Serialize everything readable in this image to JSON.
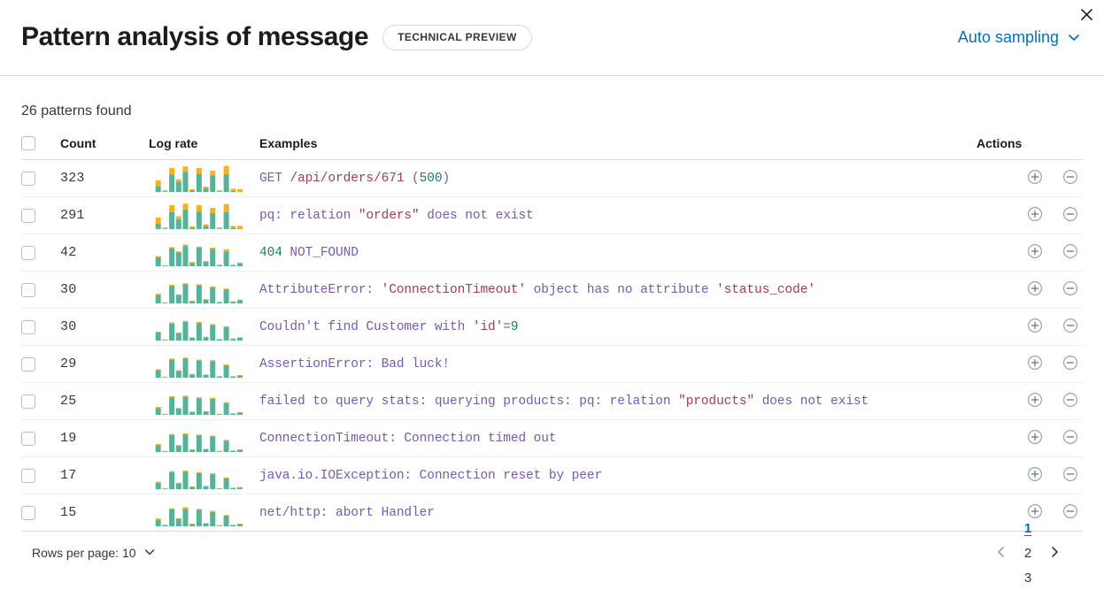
{
  "header": {
    "title": "Pattern analysis of message",
    "badge": "TECHNICAL PREVIEW",
    "sampling_label": "Auto sampling",
    "close_icon": "close-icon",
    "chevron_icon": "chevron-down-icon"
  },
  "summary": {
    "patterns_found": "26 patterns found"
  },
  "table": {
    "columns": {
      "count": "Count",
      "log_rate": "Log rate",
      "examples": "Examples",
      "actions": "Actions"
    },
    "action_icons": {
      "filter_for": "plus-in-circle-icon",
      "filter_out": "minus-in-circle-icon"
    },
    "rows": [
      {
        "count": "323",
        "example_tokens": [
          {
            "t": "GET ",
            "c": "default"
          },
          {
            "t": "/api/orders/671",
            "c": "str"
          },
          {
            "t": " (",
            "c": "default"
          },
          {
            "t": "500",
            "c": "num"
          },
          {
            "t": ")",
            "c": "default"
          }
        ],
        "sparkline": {
          "teal": [
            0,
            11,
            1,
            33,
            19,
            38,
            3,
            34,
            7,
            31,
            1,
            33,
            2,
            0
          ],
          "orange": [
            0,
            11,
            2,
            12,
            5,
            10,
            2,
            11,
            3,
            9,
            2,
            16,
            4,
            5
          ]
        }
      },
      {
        "count": "291",
        "example_tokens": [
          {
            "t": "pq: relation ",
            "c": "default"
          },
          {
            "t": "\"orders\"",
            "c": "str"
          },
          {
            "t": " does not exist",
            "c": "default"
          }
        ],
        "sparkline": {
          "teal": [
            0,
            10,
            1,
            32,
            18,
            37,
            3,
            33,
            6,
            30,
            1,
            32,
            2,
            0
          ],
          "orange": [
            0,
            12,
            2,
            13,
            6,
            11,
            2,
            12,
            3,
            10,
            2,
            15,
            4,
            6
          ]
        }
      },
      {
        "count": "42",
        "example_tokens": [
          {
            "t": "404",
            "c": "num"
          },
          {
            "t": " NOT_FOUND",
            "c": "default"
          }
        ],
        "sparkline": {
          "teal": [
            0,
            17,
            1,
            34,
            26,
            38,
            6,
            35,
            8,
            33,
            2,
            28,
            2,
            5
          ],
          "orange": [
            0,
            2,
            1,
            2,
            2,
            3,
            2,
            2,
            2,
            2,
            1,
            4,
            1,
            2
          ]
        }
      },
      {
        "count": "30",
        "example_tokens": [
          {
            "t": "AttributeError: ",
            "c": "default"
          },
          {
            "t": "'ConnectionTimeout'",
            "c": "str"
          },
          {
            "t": " object has no attribute ",
            "c": "default"
          },
          {
            "t": "'status_code'",
            "c": "str"
          }
        ],
        "sparkline": {
          "teal": [
            0,
            16,
            1,
            33,
            16,
            36,
            4,
            34,
            7,
            30,
            2,
            26,
            3,
            6
          ],
          "orange": [
            0,
            2,
            1,
            2,
            1,
            2,
            1,
            2,
            1,
            2,
            1,
            2,
            1,
            1
          ]
        }
      },
      {
        "count": "30",
        "example_tokens": [
          {
            "t": "Couldn't find Customer with ",
            "c": "default"
          },
          {
            "t": "'id'",
            "c": "str"
          },
          {
            "t": "=",
            "c": "default"
          },
          {
            "t": "9",
            "c": "num"
          }
        ],
        "sparkline": {
          "teal": [
            0,
            15,
            1,
            32,
            14,
            35,
            5,
            33,
            6,
            29,
            2,
            25,
            3,
            5
          ],
          "orange": [
            0,
            2,
            1,
            2,
            1,
            2,
            1,
            2,
            1,
            2,
            1,
            2,
            1,
            1
          ]
        }
      },
      {
        "count": "29",
        "example_tokens": [
          {
            "t": "AssertionError: Bad luck!",
            "c": "default"
          }
        ],
        "sparkline": {
          "teal": [
            0,
            14,
            1,
            34,
            13,
            36,
            6,
            32,
            5,
            31,
            2,
            23,
            2,
            4
          ],
          "orange": [
            0,
            2,
            1,
            2,
            1,
            2,
            1,
            2,
            1,
            2,
            1,
            2,
            1,
            1
          ]
        }
      },
      {
        "count": "25",
        "example_tokens": [
          {
            "t": "failed to query stats: querying products: pq: relation ",
            "c": "default"
          },
          {
            "t": "\"products\"",
            "c": "str"
          },
          {
            "t": " does not exist",
            "c": "default"
          }
        ],
        "sparkline": {
          "teal": [
            0,
            13,
            1,
            33,
            12,
            34,
            5,
            31,
            6,
            30,
            1,
            22,
            2,
            4
          ],
          "orange": [
            0,
            2,
            1,
            2,
            1,
            2,
            1,
            2,
            1,
            2,
            1,
            2,
            1,
            1
          ]
        }
      },
      {
        "count": "19",
        "example_tokens": [
          {
            "t": "ConnectionTimeout: Connection timed out",
            "c": "default"
          }
        ],
        "sparkline": {
          "teal": [
            0,
            13,
            1,
            32,
            12,
            33,
            4,
            31,
            5,
            29,
            1,
            21,
            2,
            4
          ],
          "orange": [
            0,
            2,
            1,
            2,
            1,
            2,
            1,
            2,
            1,
            2,
            1,
            2,
            1,
            1
          ]
        }
      },
      {
        "count": "17",
        "example_tokens": [
          {
            "t": "java.io.IOException: Connection reset by peer",
            "c": "default"
          }
        ],
        "sparkline": {
          "teal": [
            0,
            12,
            1,
            32,
            11,
            33,
            4,
            30,
            5,
            28,
            1,
            20,
            2,
            3
          ],
          "orange": [
            0,
            2,
            1,
            2,
            1,
            2,
            1,
            2,
            1,
            2,
            1,
            2,
            1,
            1
          ]
        }
      },
      {
        "count": "15",
        "example_tokens": [
          {
            "t": "net/http: abort Handler",
            "c": "default"
          }
        ],
        "sparkline": {
          "teal": [
            0,
            12,
            2,
            32,
            14,
            33,
            4,
            31,
            5,
            27,
            1,
            20,
            2,
            4
          ],
          "orange": [
            0,
            3,
            1,
            2,
            1,
            3,
            1,
            2,
            1,
            2,
            1,
            1,
            1,
            1
          ]
        }
      }
    ]
  },
  "footer": {
    "rows_per_page": "Rows per page: 10",
    "pages": [
      "1",
      "2",
      "3"
    ],
    "active_page": "1",
    "prev_icon": "chevron-left-icon",
    "next_icon": "chevron-right-icon",
    "chevron_icon": "chevron-down-icon"
  },
  "colors": {
    "teal": "#54b399",
    "orange": "#fdae1b",
    "link": "#0071c2",
    "text": "#343741",
    "border": "#d3dae6"
  }
}
